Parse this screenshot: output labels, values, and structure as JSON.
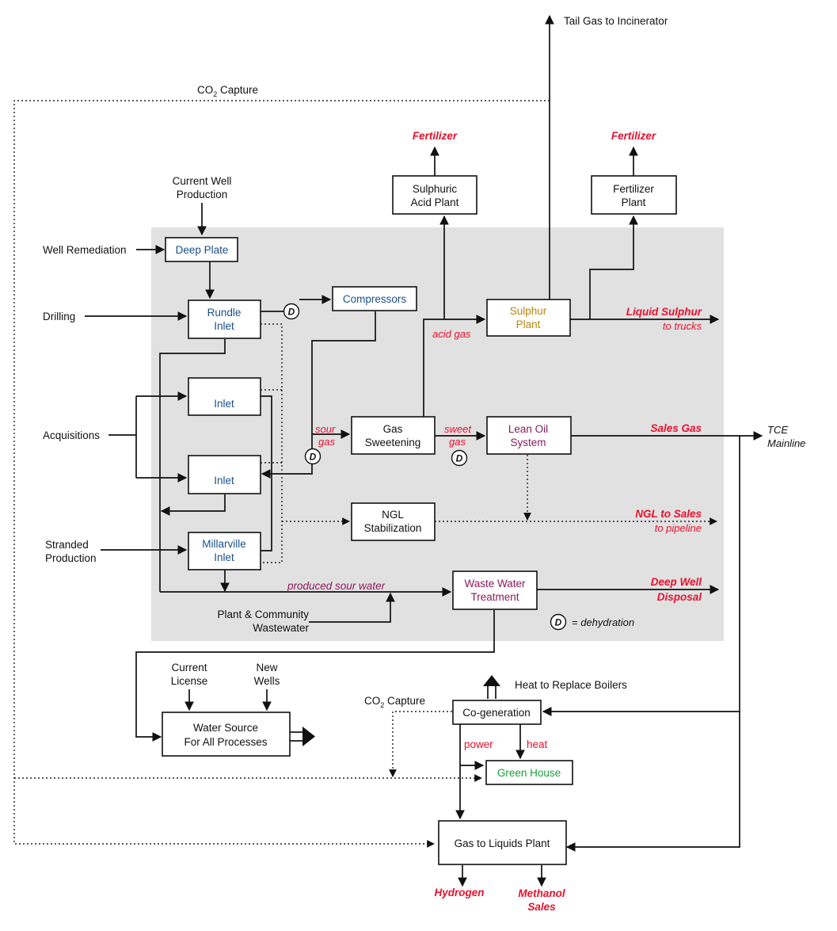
{
  "diagram": {
    "top_labels": {
      "tail_gas": "Tail Gas to Incinerator",
      "co2_capture_top": "CO",
      "co2_capture_top_sub": "2",
      "co2_capture_top_rest": " Capture",
      "fertilizer_1": "Fertilizer",
      "fertilizer_2": "Fertilizer"
    },
    "inputs": {
      "current_well_1": "Current Well",
      "current_well_2": "Production",
      "well_remediation": "Well Remediation",
      "drilling": "Drilling",
      "acquisitions": "Acquisitions",
      "stranded_1": "Stranded",
      "stranded_2": "Production",
      "plant_ww_1": "Plant & Community",
      "plant_ww_2": "Wastewater",
      "current_license_1": "Current",
      "current_license_2": "License",
      "new_wells_1": "New",
      "new_wells_2": "Wells"
    },
    "boxes": {
      "sulphuric_1": "Sulphuric",
      "sulphuric_2": "Acid Plant",
      "fert_plant_1": "Fertilizer",
      "fert_plant_2": "Plant",
      "deep_plate": "Deep Plate",
      "rundle_1": "Rundle",
      "rundle_2": "Inlet",
      "compressors": "Compressors",
      "sulphur_1": "Sulphur",
      "sulphur_2": "Plant",
      "inlet_a": "Inlet",
      "inlet_b": "Inlet",
      "gas_sweet_1": "Gas",
      "gas_sweet_2": "Sweetening",
      "lean_oil_1": "Lean Oil",
      "lean_oil_2": "System",
      "ngl_1": "NGL",
      "ngl_2": "Stabilization",
      "millarville_1": "Millarville",
      "millarville_2": "Inlet",
      "waste_water_1": "Waste Water",
      "waste_water_2": "Treatment",
      "water_source_1": "Water Source",
      "water_source_2": "For All Processes",
      "cogen": "Co-generation",
      "green_house": "Green House",
      "gtl": "Gas to Liquids Plant"
    },
    "flow_labels": {
      "acid_gas": "acid gas",
      "sour_1": "sour",
      "sour_2": "gas",
      "sweet_1": "sweet",
      "sweet_2": "gas",
      "produced_sour": "produced sour water",
      "heat_replace": "Heat to Replace Boilers",
      "co2_capture_mid": "CO",
      "co2_capture_mid_sub": "2",
      "co2_capture_mid_rest": " Capture",
      "power": "power",
      "heat": "heat"
    },
    "outputs": {
      "liquid_sulphur": "Liquid Sulphur",
      "to_trucks": "to trucks",
      "sales_gas": "Sales Gas",
      "tce_1": "TCE",
      "tce_2": "Mainline",
      "ngl_sales": "NGL to Sales",
      "to_pipeline": "to pipeline",
      "deep_well_1": "Deep Well",
      "deep_well_2": "Disposal",
      "hydrogen": "Hydrogen",
      "methanol_1": "Methanol",
      "methanol_2": "Sales"
    },
    "legend": {
      "symbol": "D",
      "text": "= dehydration"
    }
  }
}
